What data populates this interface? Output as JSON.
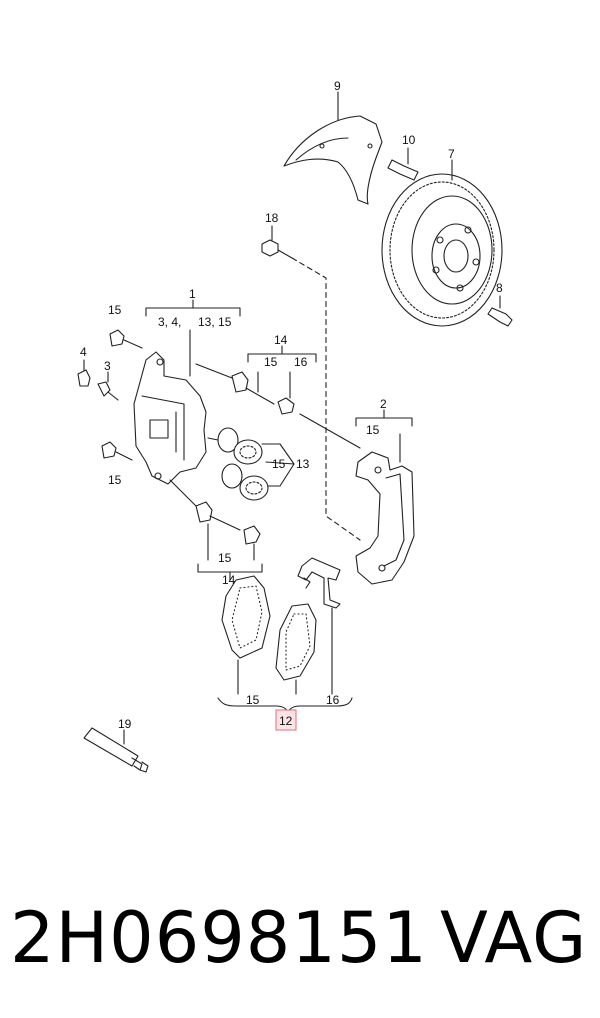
{
  "diagram": {
    "labels": {
      "l1": "1",
      "l1_sub_a": "3, 4,",
      "l1_sub_b": "13, 15",
      "l2": "2",
      "l2_sub": "15",
      "l3": "3",
      "l4": "4",
      "l7": "7",
      "l8": "8",
      "l9": "9",
      "l10": "10",
      "l12": "12",
      "l13": "13",
      "l14_top": "14",
      "l14_top_a": "15",
      "l14_top_b": "16",
      "l14_bottom": "14",
      "l14_bottom_sub": "15",
      "l15_top": "15",
      "l15_left": "15",
      "l15_pad": "15",
      "l15_seal_a": "15",
      "l16_pad": "16",
      "l18": "18",
      "l19": "19"
    },
    "highlight_color": "#e0707a",
    "highlight_fill": "#fbe3e6"
  },
  "caption": {
    "part_number": "2H0698151",
    "brand": "VAG"
  }
}
